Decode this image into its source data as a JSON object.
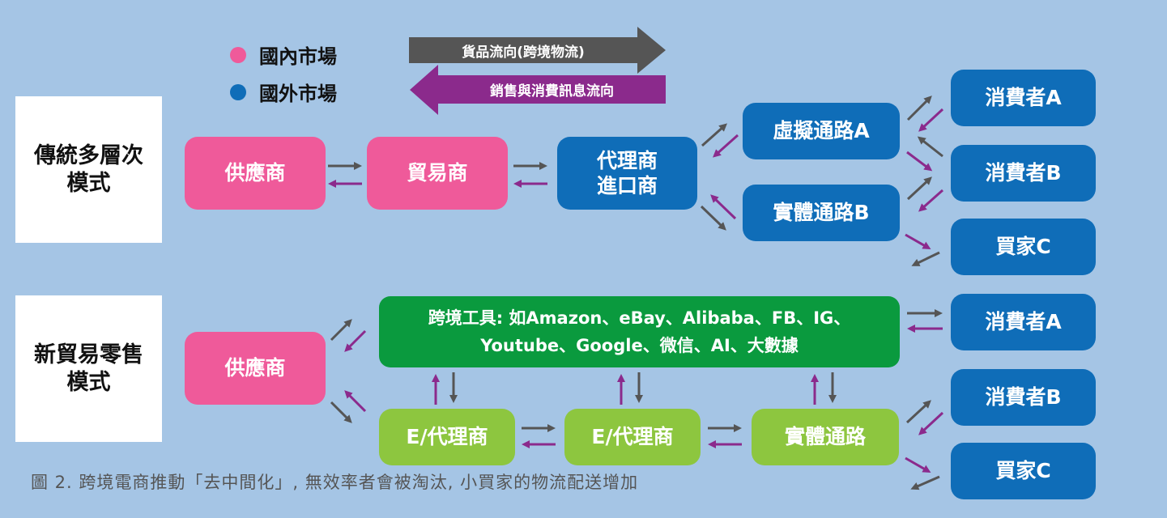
{
  "legend": {
    "domestic": {
      "label": "國內市場",
      "color": "#ef5a9a"
    },
    "foreign": {
      "label": "國外市場",
      "color": "#0f6db8"
    },
    "goods_flow": "貨品流向(跨境物流)",
    "info_flow": "銷售與消費訊息流向"
  },
  "colors": {
    "background": "#a5c5e5",
    "goods_arrow": "#555555",
    "info_arrow": "#8b2a8c",
    "tool_box": "#0a9a3e",
    "e_agent_box": "#8dc63f"
  },
  "traditional": {
    "title_line1": "傳統多層次",
    "title_line2": "模式",
    "supplier": "供應商",
    "trader": "貿易商",
    "agent_line1": "代理商",
    "agent_line2": "進口商",
    "virtual_channel": "虛擬通路A",
    "physical_channel": "實體通路B",
    "consumer_a": "消費者A",
    "consumer_b": "消費者B",
    "buyer_c": "買家C"
  },
  "new_retail": {
    "title_line1": "新貿易零售",
    "title_line2": "模式",
    "supplier": "供應商",
    "tools_line1": "跨境工具: 如Amazon、eBay、Alibaba、FB、IG、",
    "tools_line2": "Youtube、Google、微信、AI、大數據",
    "e_agent_1": "E/代理商",
    "e_agent_2": "E/代理商",
    "physical_channel": "實體通路",
    "consumer_a": "消費者A",
    "consumer_b": "消費者B",
    "buyer_c": "買家C"
  },
  "caption": "圖 2. 跨境電商推動「去中間化」, 無效率者會被淘汰, 小買家的物流配送增加"
}
